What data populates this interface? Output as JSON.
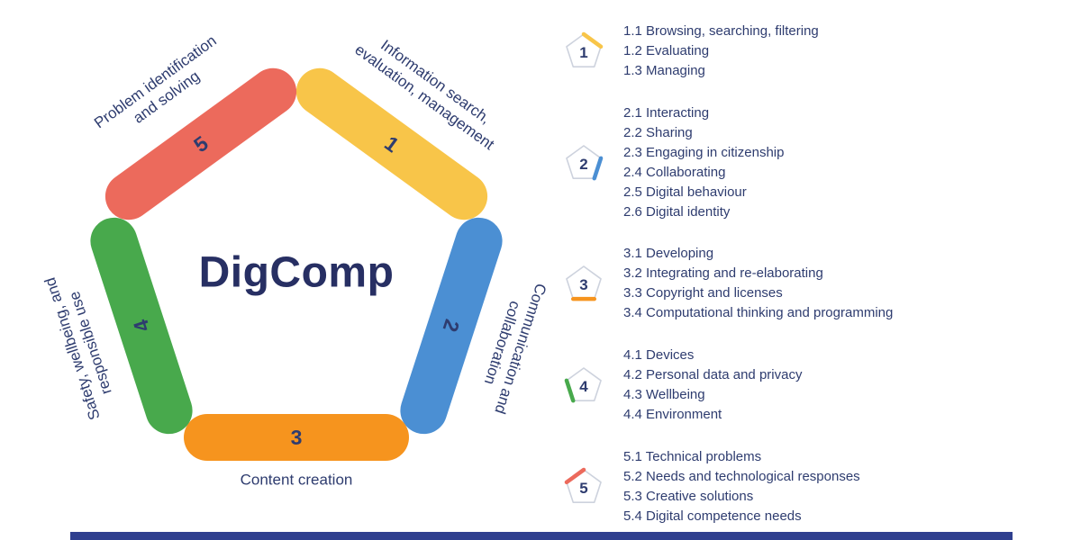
{
  "title": "DigComp",
  "colors": {
    "red": "#ec6a5c",
    "yellow": "#f8c549",
    "blue": "#4b8fd3",
    "orange": "#f6941e",
    "green": "#48a94c",
    "navy_title": "#272f63",
    "navy_text": "#2e3c6f",
    "badge_outline": "#cdd2dd",
    "footer": "#2f3f8f"
  },
  "pentagon": {
    "segments": [
      {
        "number": "1",
        "label": "Information search,\nevaluation, management",
        "color_key": "yellow"
      },
      {
        "number": "2",
        "label": "Communication and\ncollaboration",
        "color_key": "blue"
      },
      {
        "number": "3",
        "label": "Content creation",
        "color_key": "orange"
      },
      {
        "number": "4",
        "label": "Safety, wellbeing, and\nresponsible use",
        "color_key": "green"
      },
      {
        "number": "5",
        "label": "Problem identification\nand solving",
        "color_key": "red"
      }
    ]
  },
  "legend": {
    "groups": [
      {
        "number": "1",
        "items": [
          "1.1 Browsing, searching, filtering",
          "1.2 Evaluating",
          "1.3 Managing"
        ]
      },
      {
        "number": "2",
        "items": [
          "2.1 Interacting",
          "2.2 Sharing",
          "2.3 Engaging in citizenship",
          "2.4 Collaborating",
          "2.5 Digital behaviour",
          "2.6 Digital identity"
        ]
      },
      {
        "number": "3",
        "items": [
          "3.1 Developing",
          "3.2 Integrating and re-elaborating",
          "3.3 Copyright and licenses",
          "3.4 Computational thinking and programming"
        ]
      },
      {
        "number": "4",
        "items": [
          "4.1 Devices",
          "4.2 Personal data and privacy",
          "4.3 Wellbeing",
          "4.4 Environment"
        ]
      },
      {
        "number": "5",
        "items": [
          "5.1 Technical problems",
          "5.2 Needs and technological responses",
          "5.3 Creative solutions",
          "5.4 Digital competence needs"
        ]
      }
    ]
  }
}
